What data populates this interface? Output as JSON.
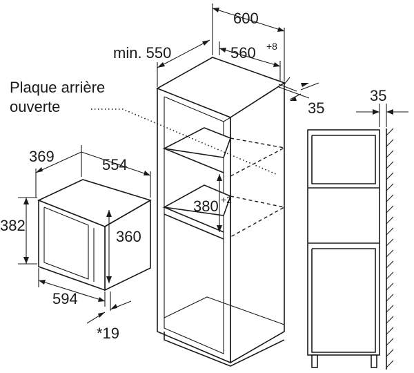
{
  "labels": {
    "width_600": "600",
    "min_550": "min. 550",
    "depth_560": "560",
    "depth_560_tol": "+8",
    "back_gap_35": "35",
    "plaque_line1": "Plaque arrière",
    "plaque_line2": "ouverte",
    "side_35": "35",
    "niche_380": "380",
    "niche_380_tol": "+2",
    "micro_depth_369": "369",
    "micro_width_554": "554",
    "micro_height_382": "382",
    "micro_inner_360": "360",
    "micro_front_594": "594",
    "front_offset_19": "*19"
  }
}
